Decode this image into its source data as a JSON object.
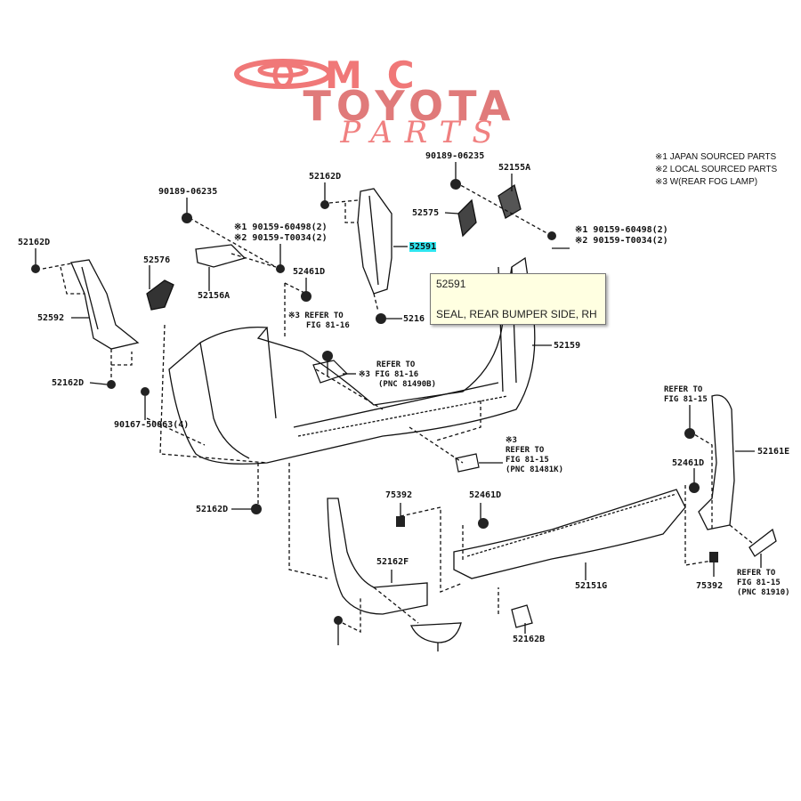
{
  "logo": {
    "line1": "MC",
    "line2": "TOYOTA",
    "line3": "PARTS",
    "color": "#f07878"
  },
  "legend": [
    {
      "mark": "※1",
      "text": "JAPAN SOURCED PARTS"
    },
    {
      "mark": "※2",
      "text": "LOCAL SOURCED PARTS"
    },
    {
      "mark": "※3",
      "text": "W(REAR FOG LAMP)"
    }
  ],
  "parts": {
    "p52162D_a": "52162D",
    "p52162D_b": "52162D",
    "p52162D_c": "52162D",
    "p52162D_d": "52162D",
    "p52162D_e": "5216",
    "p90189_a": "90189-06235",
    "p90189_b": "90189-06235",
    "p52155A": "52155A",
    "p52575": "52575",
    "p52591": "52591",
    "p52576": "52576",
    "p52156A": "52156A",
    "p52461D_a": "52461D",
    "p52461D_b": "52461D",
    "p52461D_c": "52461D",
    "p52592": "52592",
    "p90159_1a": "※1 90159-60498(2)",
    "p90159_2a": "※2 90159-T0034(2)",
    "p90159_1b": "※1 90159-60498(2)",
    "p90159_2b": "※2 90159-T0034(2)",
    "p90167": "90167-50063(4)",
    "p52159": "52159",
    "p52161E": "52161E",
    "p75392_a": "75392",
    "p75392_b": "75392",
    "p52162F": "52162F",
    "p52151G": "52151G",
    "p52162B": "52162B"
  },
  "refs": {
    "r1_l1": "※3 REFER TO",
    "r1_l2": "FIG 81-16",
    "r2_l1": "REFER TO",
    "r2_l2": "※3 FIG 81-16",
    "r2_l3": "(PNC 81490B)",
    "r3_l0": "※3",
    "r3_l1": "REFER TO",
    "r3_l2": "FIG 81-15",
    "r3_l3": "(PNC 81481K)",
    "r4_l1": "REFER TO",
    "r4_l2": "FIG 81-15",
    "r5_l1": "REFER TO",
    "r5_l2": "FIG 81-15",
    "r5_l3": "(PNC 81910)"
  },
  "tooltip": {
    "part_number": "52591",
    "description": "SEAL, REAR BUMPER SIDE, RH"
  },
  "highlight_color": "#2ee6f0"
}
